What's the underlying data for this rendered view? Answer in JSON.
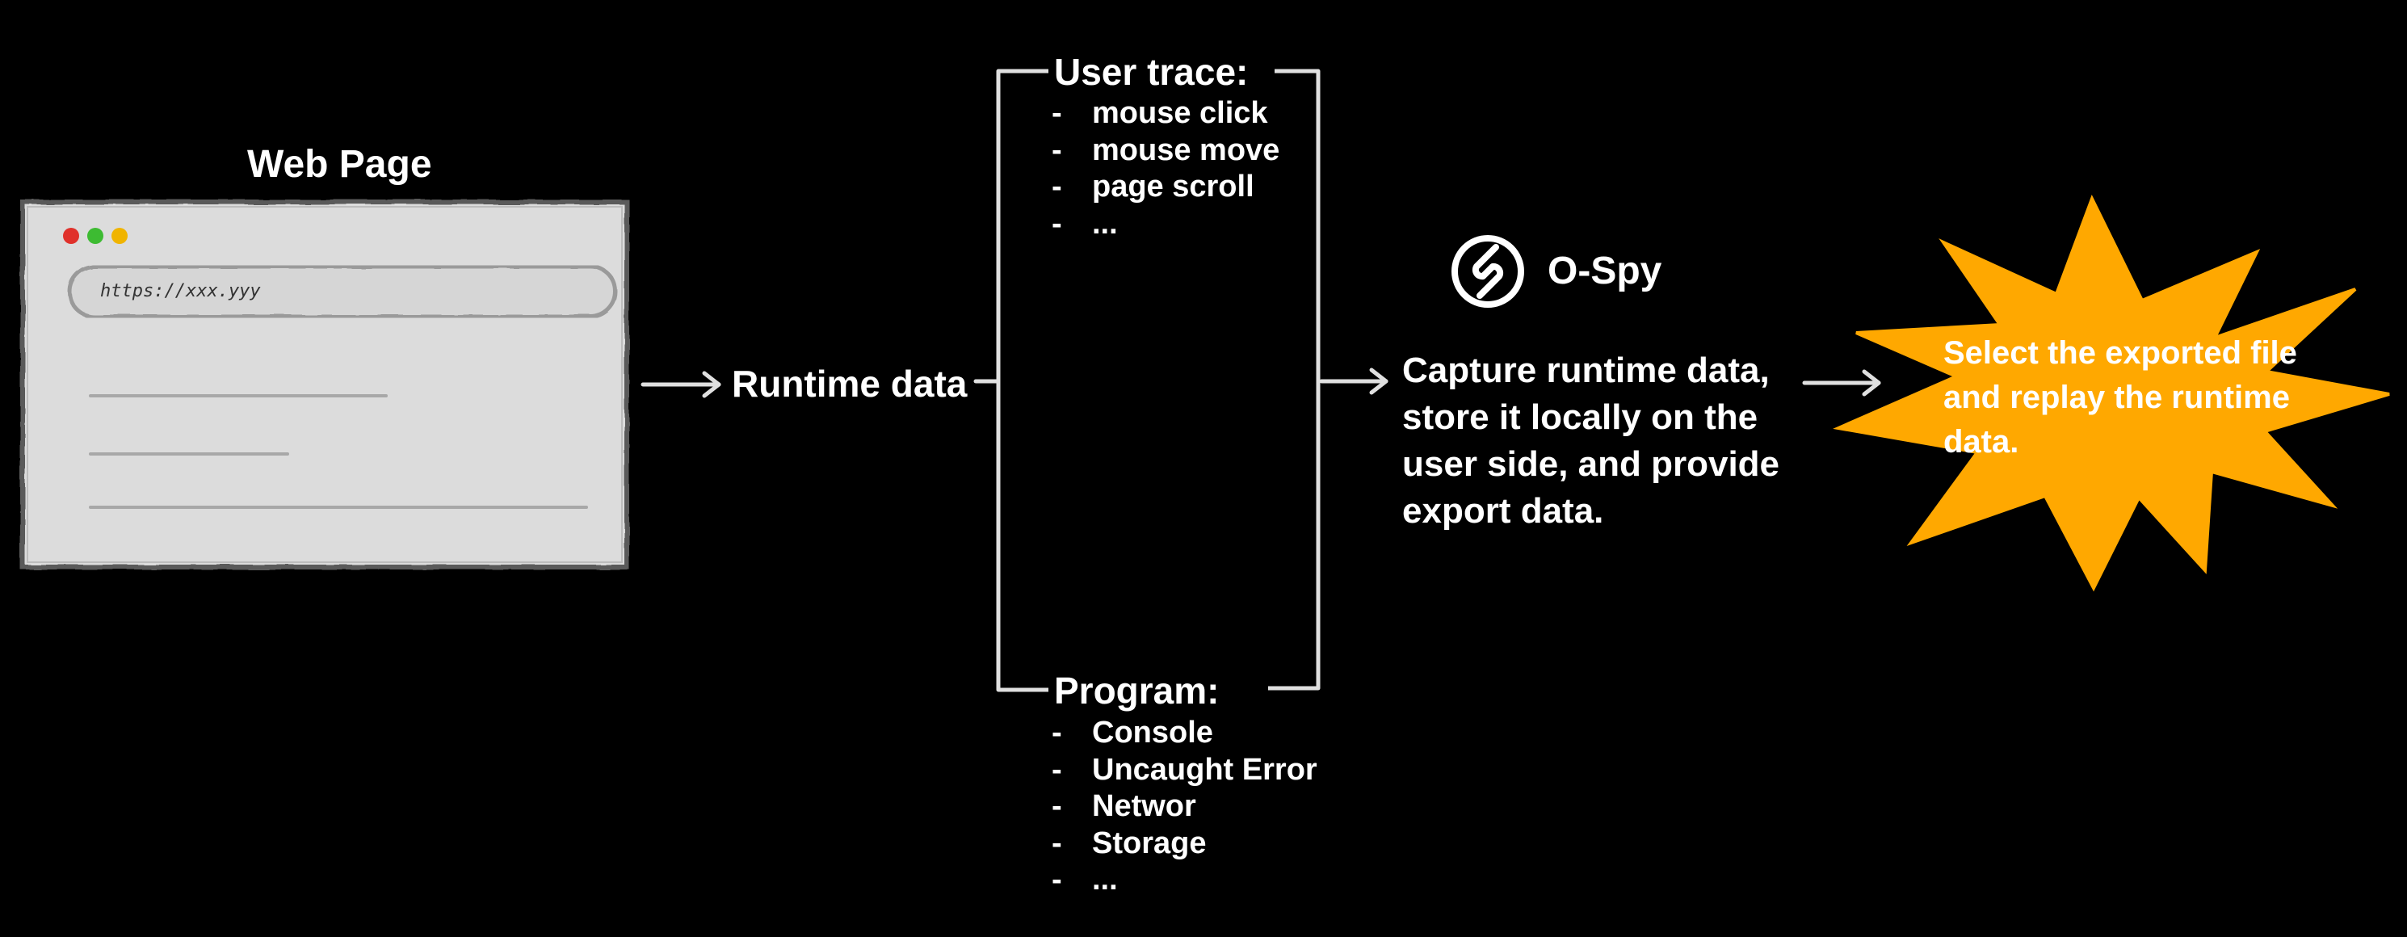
{
  "web_page": {
    "title": "Web Page",
    "url": "https://xxx.yyy",
    "dot_colors": [
      "#e0312b",
      "#3dbb32",
      "#f0b400"
    ]
  },
  "runtime_data": {
    "label": "Runtime data"
  },
  "user_trace": {
    "title": "User trace:",
    "items": [
      "mouse click",
      "mouse move",
      "page scroll",
      "..."
    ]
  },
  "program": {
    "title": "Program:",
    "items": [
      "Console",
      "Uncaught Error",
      "Networ",
      "Storage",
      "..."
    ]
  },
  "ospy": {
    "logo_icon": "ospy-logo-icon",
    "label": "O-Spy",
    "description": "Capture runtime data, store it locally on the user side, and provide export data."
  },
  "replay": {
    "text": "Select the exported file and replay the runtime data.",
    "burst_color": "#ffa800"
  },
  "colors": {
    "background": "#000000",
    "foreground": "#ffffff",
    "browser_fill": "#dcdcdc",
    "browser_border": "#707070",
    "arrow": "#e0e0e0"
  }
}
